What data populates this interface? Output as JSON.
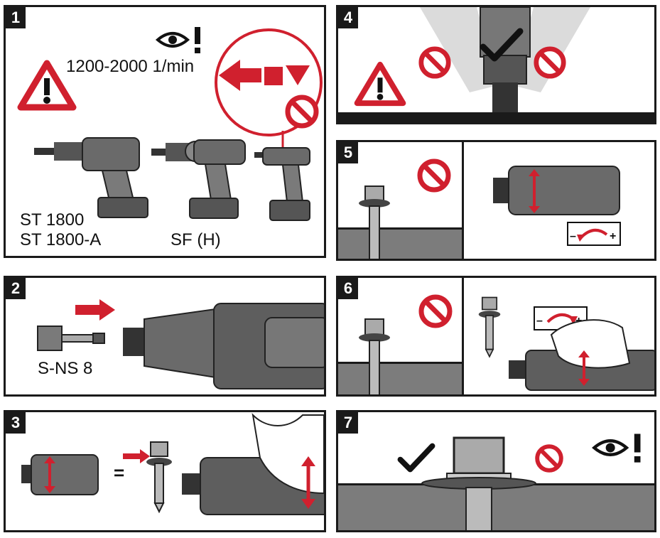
{
  "panels": [
    {
      "number": "1",
      "speed": "1200-2000 1/min",
      "tool_left_line1": "ST 1800",
      "tool_left_line2": "ST 1800-A",
      "tool_middle": "SF (H)"
    },
    {
      "number": "2",
      "bit_label": "S-NS 8"
    },
    {
      "number": "3",
      "equals": "="
    },
    {
      "number": "4"
    },
    {
      "number": "5",
      "minus": "–",
      "plus": "+"
    },
    {
      "number": "6",
      "minus": "–",
      "plus": "+"
    },
    {
      "number": "7"
    }
  ],
  "colors": {
    "accent": "#d0202e",
    "dark": "#1a1a1a",
    "tool_gray": "#6a6a6a",
    "surface_gray": "#7c7c7c"
  },
  "icons": [
    "warning-icon",
    "eye-attention-icon",
    "prohibited-icon",
    "check-mark-icon",
    "direction-arrow-icon"
  ]
}
